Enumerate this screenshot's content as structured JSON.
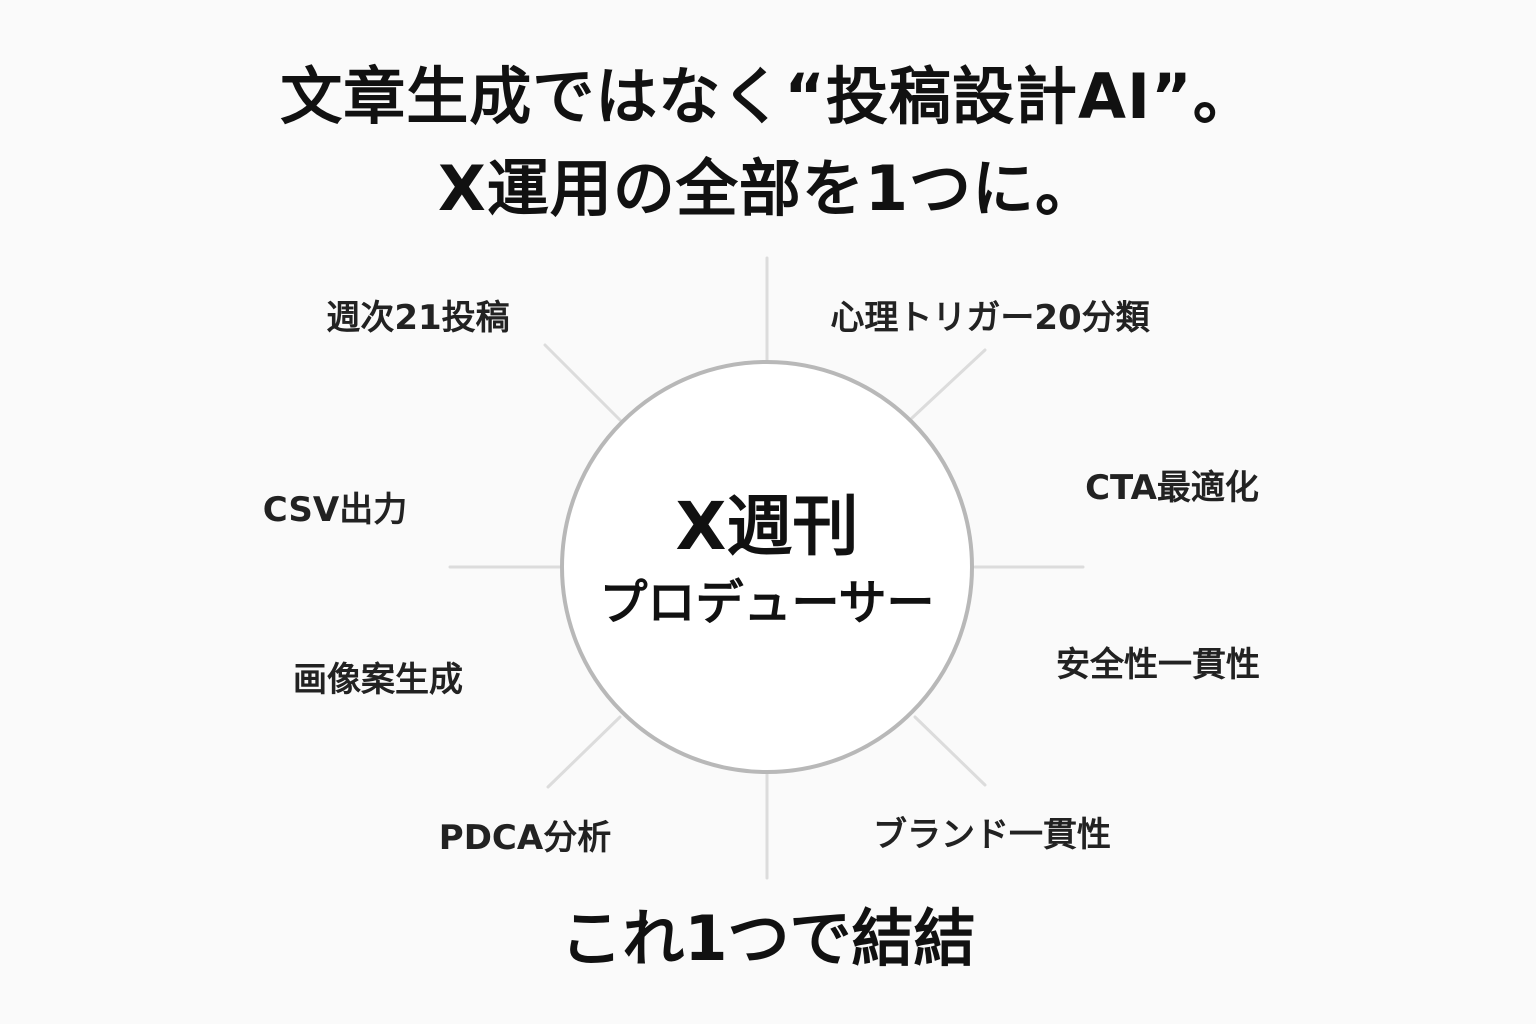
{
  "title": {
    "line1": "文章生成ではなく“投稿設計AI”。",
    "line2": "X運用の全部を1つに。"
  },
  "center": {
    "name": "X週刊",
    "subtitle": "プロデューサー"
  },
  "features": [
    "週次21投稿",
    "心理トリガー20分類",
    "CTA最適化",
    "安全性一貫性",
    "ブランド一貫性",
    "PDCA分析",
    "画像案生成",
    "CSV出力"
  ],
  "footer": "これ1つで結結",
  "colors": {
    "spoke": "#dcdcdc",
    "circle": "#b8b8b8",
    "text": "#111111"
  }
}
